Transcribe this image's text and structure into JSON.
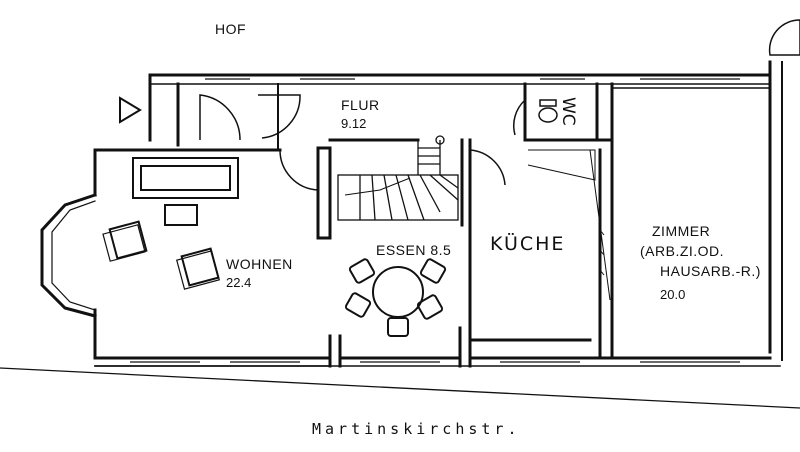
{
  "labels": {
    "courtyard": "HOF",
    "hall": "FLUR",
    "hall_area": "9.12",
    "wc": "WC",
    "living": "WOHNEN",
    "living_area": "22.4",
    "dining": "ESSEN 8.5",
    "kitchen": "KÜCHE",
    "room": "ZIMMER",
    "room_sub1": "(ARB.ZI.OD.",
    "room_sub2": "HAUSARB.-R.)",
    "room_area": "20.0",
    "street": "Martinskirchstr."
  }
}
